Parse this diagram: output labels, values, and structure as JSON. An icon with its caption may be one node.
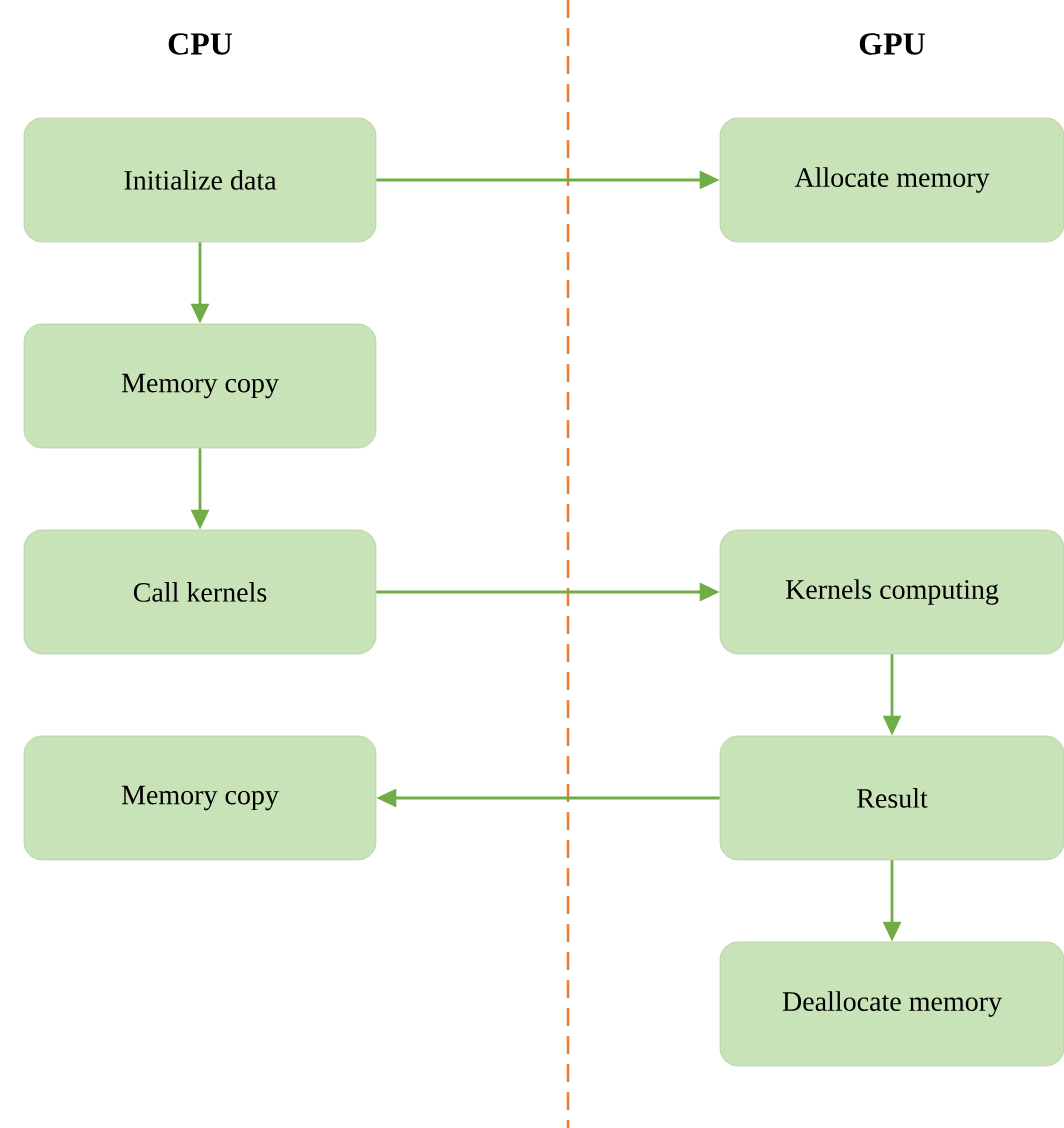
{
  "diagram": {
    "nodes": [
      {
        "text": [
          "Initialize data"
        ]
      },
      {
        "text": [
          "Allocate memory"
        ]
      },
      {
        "text": [
          "Memory copy"
        ]
      },
      {
        "text": [
          "Call kernels"
        ]
      },
      {
        "text": [
          "Kernels computing"
        ]
      },
      {
        "text": [
          "Memory copy"
        ]
      },
      {
        "text": [
          "Result"
        ]
      },
      {
        "text": [
          "Deallocate memory"
        ]
      }
    ],
    "edges": [
      {
        "from": 0,
        "to": 1,
        "arrow": "to"
      },
      {
        "from": 0,
        "to": 2,
        "arrow": "to"
      },
      {
        "from": 2,
        "to": 3,
        "arrow": "to"
      },
      {
        "from": 3,
        "to": 4,
        "arrow": "to"
      },
      {
        "from": 4,
        "to": 6,
        "arrow": "to"
      },
      {
        "from": 6,
        "to": 5,
        "arrow": "to"
      },
      {
        "from": 6,
        "to": 7,
        "arrow": "to"
      }
    ],
    "labels": [
      "CPU",
      "GPU"
    ]
  }
}
